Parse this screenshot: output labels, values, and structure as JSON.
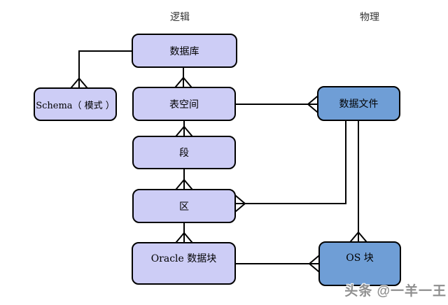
{
  "headers": {
    "logical": "逻辑",
    "physical": "物理"
  },
  "nodes": [
    {
      "id": "database",
      "label": "数据库",
      "column": "logical"
    },
    {
      "id": "schema",
      "label": "Schema（ 模式 ）",
      "column": "logical"
    },
    {
      "id": "tablespace",
      "label": "表空间",
      "column": "logical"
    },
    {
      "id": "segment",
      "label": "段",
      "column": "logical"
    },
    {
      "id": "extent",
      "label": "区",
      "column": "logical"
    },
    {
      "id": "oracle_block",
      "label": "Oracle 数据块",
      "column": "logical"
    },
    {
      "id": "datafile",
      "label": "数据文件",
      "column": "physical"
    },
    {
      "id": "os_block",
      "label": "OS 块",
      "column": "physical"
    }
  ],
  "edges": [
    {
      "from": "database",
      "to": "schema",
      "crow_foot_at": "schema-top"
    },
    {
      "from": "database",
      "to": "tablespace",
      "crow_foot_at": "tablespace-top"
    },
    {
      "from": "tablespace",
      "to": "segment",
      "crow_foot_at": "segment-top"
    },
    {
      "from": "segment",
      "to": "extent",
      "crow_foot_at": "extent-top"
    },
    {
      "from": "extent",
      "to": "oracle_block",
      "crow_foot_at": "oracle_block-top"
    },
    {
      "from": "tablespace",
      "to": "datafile",
      "crow_foot_at": "datafile-left"
    },
    {
      "from": "datafile",
      "to": "extent",
      "crow_foot_at": "extent-right"
    },
    {
      "from": "datafile",
      "to": "os_block",
      "crow_foot_at": "os_block-top"
    },
    {
      "from": "oracle_block",
      "to": "os_block",
      "crow_foot_at": "os_block-left"
    }
  ],
  "watermark": "头条 @一羊一王",
  "colors": {
    "background": "#ffffff",
    "logical_fill": "#cdcdf6",
    "physical_fill": "#6f9ed6",
    "border": "#000000",
    "line": "#000000",
    "header_text": "#333333",
    "watermark": "#8e8e8e"
  }
}
